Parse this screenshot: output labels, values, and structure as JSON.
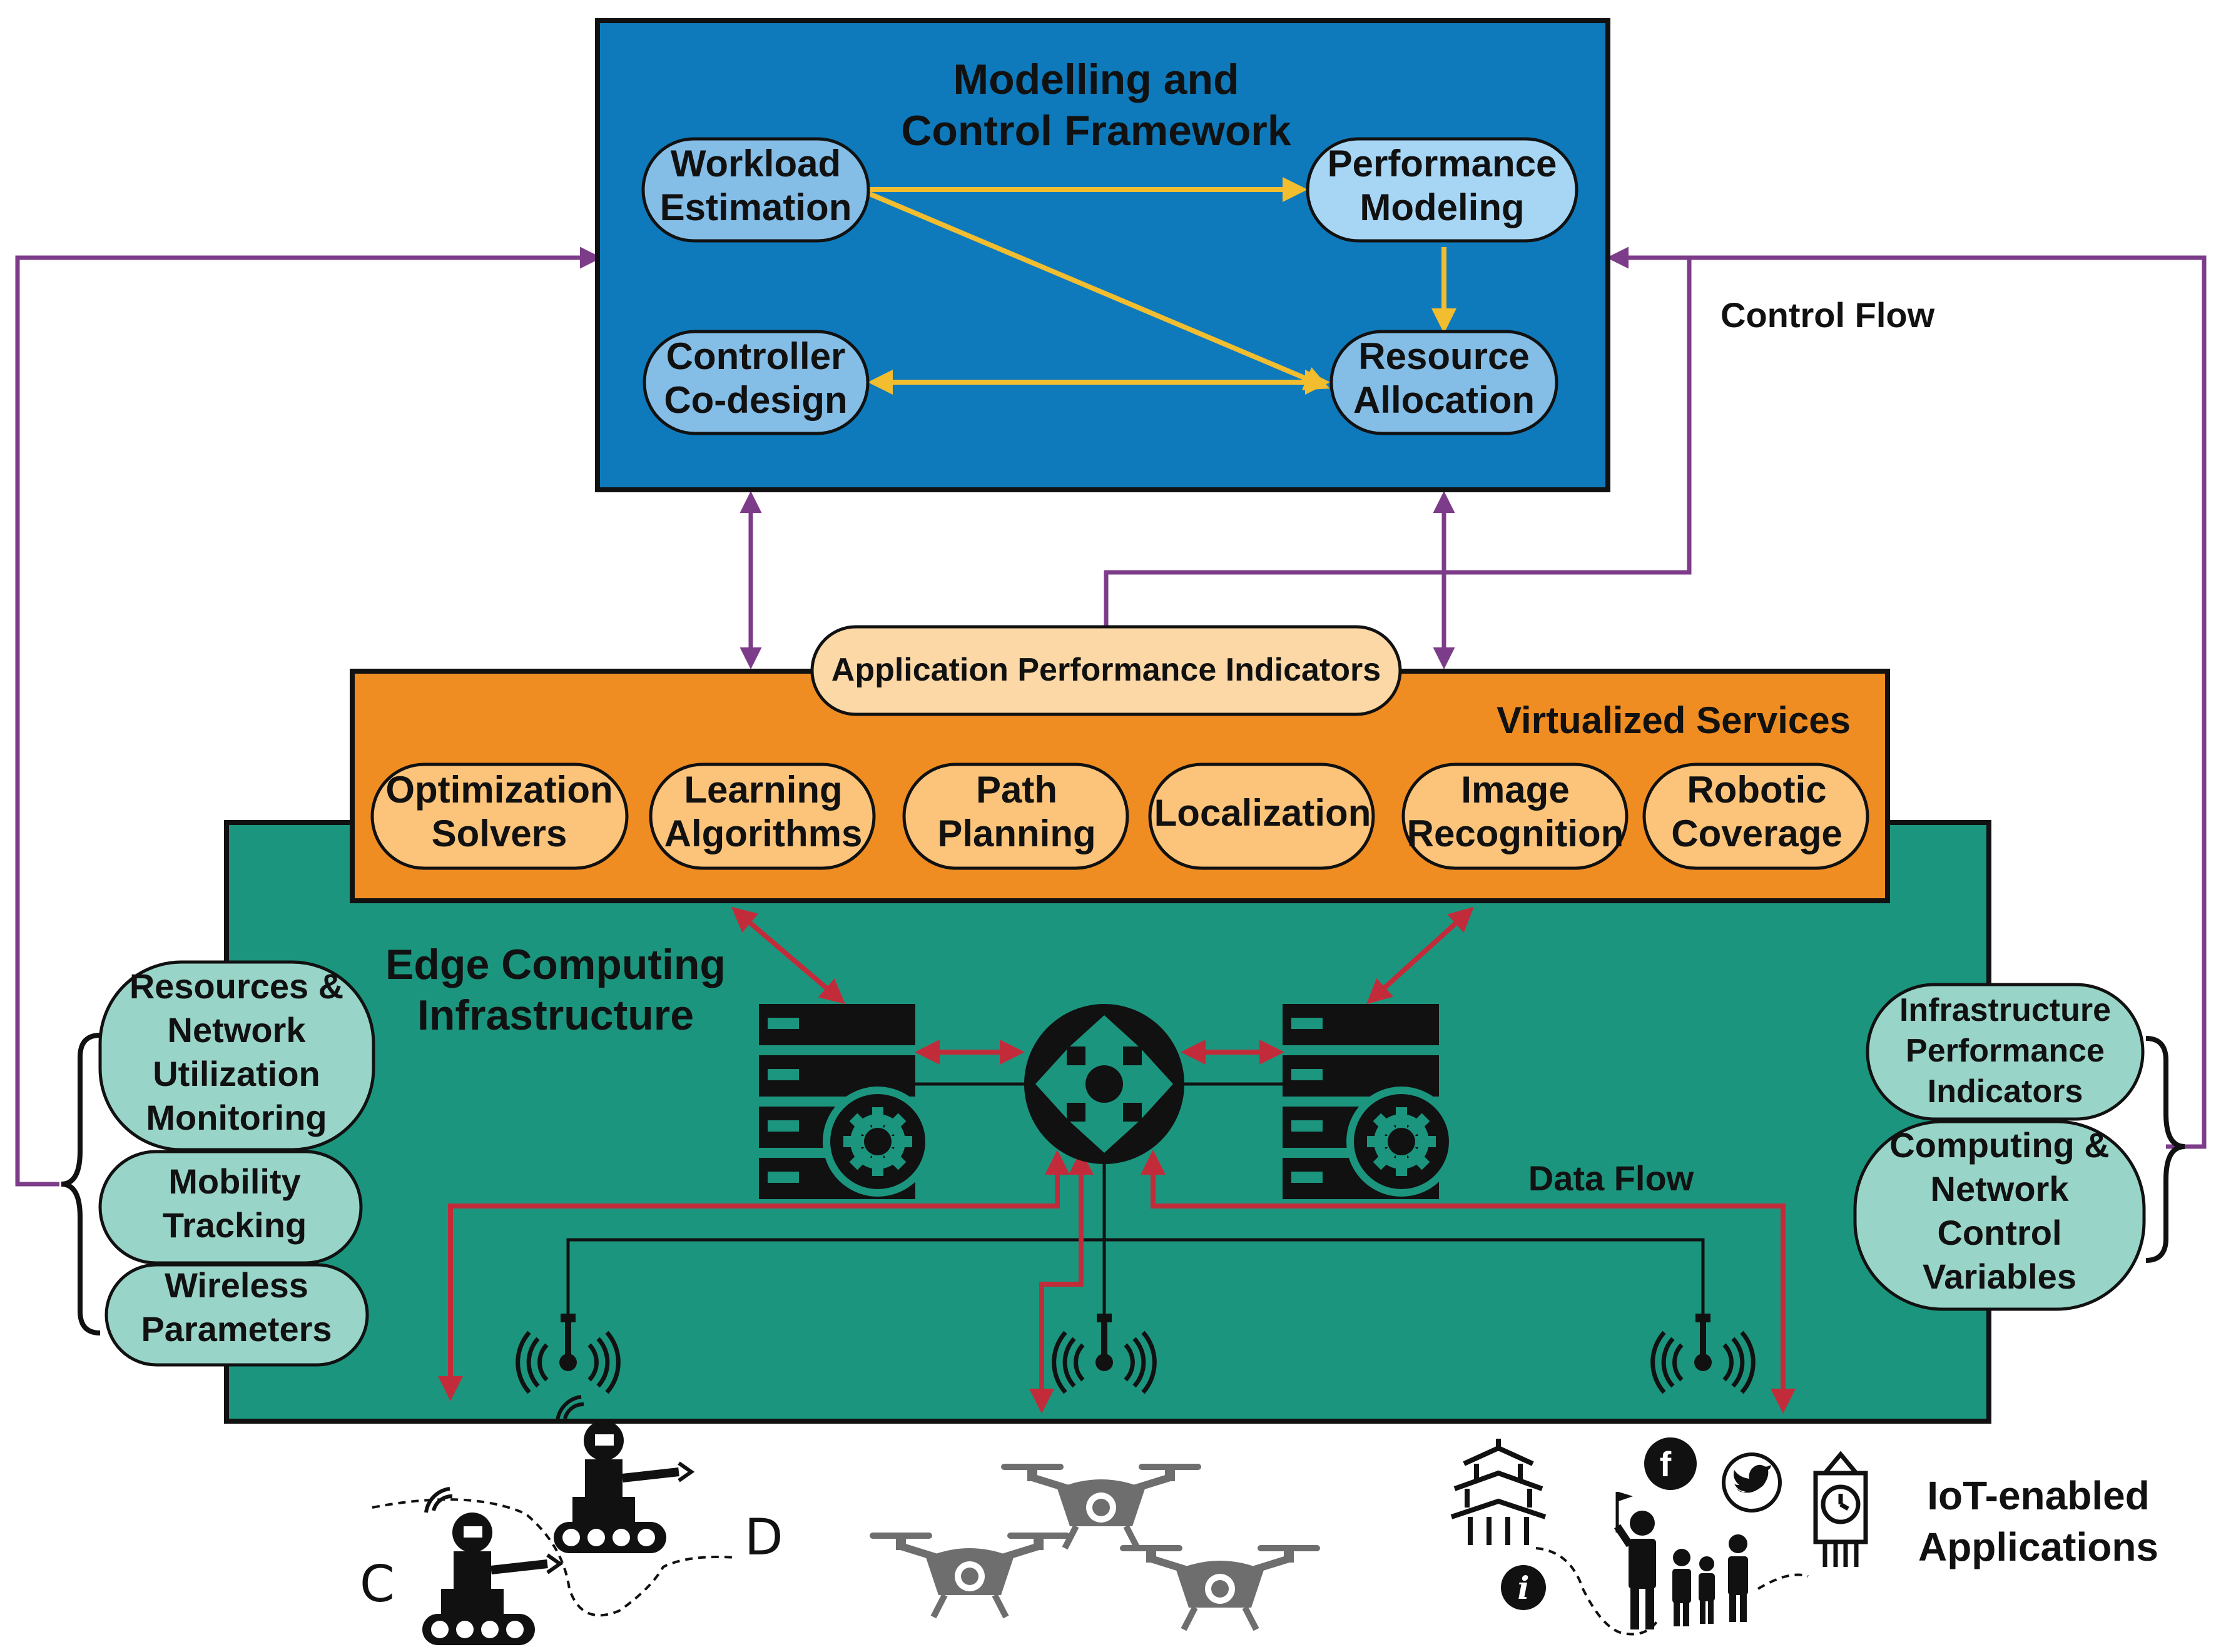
{
  "framework": {
    "title_line1": "Modelling and",
    "title_line2": "Control Framework",
    "nodes": {
      "workload": [
        "Workload",
        "Estimation"
      ],
      "performance": [
        "Performance",
        "Modeling"
      ],
      "controller": [
        "Controller",
        "Co-design"
      ],
      "resource": [
        "Resource",
        "Allocation"
      ]
    }
  },
  "control_flow_label": "Control Flow",
  "data_flow_label": "Data Flow",
  "api_label": "Application Performance Indicators",
  "virtualized": {
    "title": "Virtualized Services",
    "services": [
      [
        "Optimization",
        "Solvers"
      ],
      [
        "Learning",
        "Algorithms"
      ],
      [
        "Path",
        "Planning"
      ],
      [
        "Localization"
      ],
      [
        "Image",
        "Recognition"
      ],
      [
        "Robotic",
        "Coverage"
      ]
    ]
  },
  "edge": {
    "title_line1": "Edge Computing",
    "title_line2": "Infrastructure"
  },
  "left_monitors": [
    [
      "Resources &",
      "Network",
      "Utilization",
      "Monitoring"
    ],
    [
      "Mobility",
      "Tracking"
    ],
    [
      "Wireless",
      "Parameters"
    ]
  ],
  "right_monitors": [
    [
      "Infrastructure",
      "Performance",
      "Indicators"
    ],
    [
      "Computing &",
      "Network",
      "Control",
      "Variables"
    ]
  ],
  "iot": {
    "line1": "IoT-enabled",
    "line2": "Applications"
  },
  "robot_labels": {
    "c": "C",
    "d": "D"
  },
  "colors": {
    "framework_bg": "#0e7abb",
    "node_dark": "#84bde6",
    "node_light": "#a7d6f5",
    "yellow_arrow": "#f2bd2f",
    "purple": "#7d3c8a",
    "orange": "#ef8d23",
    "service_fill": "#fcc47a",
    "api_fill": "#fbd8a6",
    "teal": "#1c957e",
    "teal_pill": "#99d4c8",
    "red": "#c22c3a"
  },
  "icons": [
    "server-icon",
    "router-icon",
    "antenna-icon",
    "robot-icon",
    "drone-icon",
    "pagoda-icon",
    "facebook-icon",
    "twitter-icon",
    "info-icon",
    "people-icon",
    "clock-tower-icon"
  ]
}
